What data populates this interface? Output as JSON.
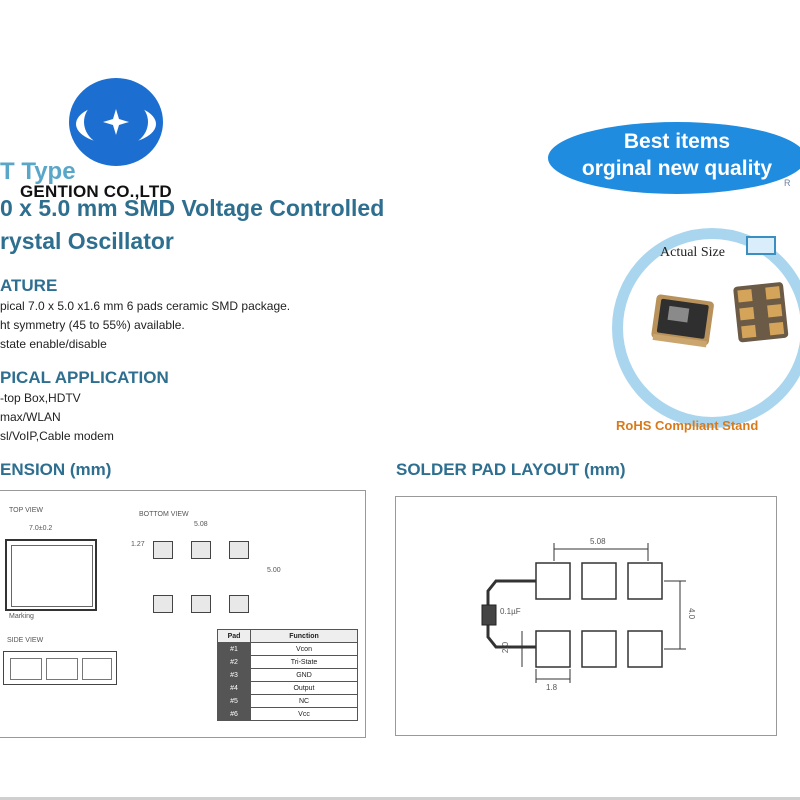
{
  "company": "GENTION CO.,LTD",
  "header": {
    "type_title": "T Type",
    "title_line1": "0 x 5.0 mm SMD Voltage Controlled",
    "title_line2": "rystal Oscillator"
  },
  "badge": {
    "line1": "Best items",
    "line2": "orginal new quality"
  },
  "badge_corner_text": "R",
  "actual_size_label": "Actual Size",
  "rohs_text": "RoHS Compliant Stand",
  "feature": {
    "heading": "ATURE",
    "items": [
      "pical 7.0 x 5.0 x1.6 mm 6 pads ceramic SMD package.",
      "ht symmetry (45 to 55%) available.",
      "state enable/disable"
    ]
  },
  "application": {
    "heading": "PICAL APPLICATION",
    "items": [
      "-top Box,HDTV",
      "max/WLAN",
      "sl/VoIP,Cable modem"
    ]
  },
  "dimension_heading": "ENSION (mm)",
  "solder_heading": "SOLDER PAD LAYOUT (mm)",
  "drawing": {
    "top_view_label": "TOP VIEW",
    "bottom_view_label": "BOTTOM VIEW",
    "side_view_label": "SIDE VIEW",
    "dim_top": "7.0±0.2",
    "dim_bottom": "5.08",
    "dim_height": "5.00",
    "dim_small": "1.27",
    "marking": "Marking"
  },
  "pin_table": {
    "headers": [
      "Pad",
      "Function"
    ],
    "rows": [
      [
        "#1",
        "Vcon"
      ],
      [
        "#2",
        "Tri-State"
      ],
      [
        "#3",
        "GND"
      ],
      [
        "#4",
        "Output"
      ],
      [
        "#5",
        "NC"
      ],
      [
        "#6",
        "Vcc"
      ]
    ]
  },
  "solder_layout": {
    "dim_top": "5.08",
    "dim_right": "4.0",
    "dim_left": "2.0",
    "dim_bottom": "1.8",
    "cap_label": "0.1µF"
  },
  "colors": {
    "title": "#2e6f90",
    "type_title": "#5aa6c8",
    "badge": "#1f8ce0",
    "rohs": "#d87a1a",
    "circle_ring": "#a9d6ee"
  }
}
